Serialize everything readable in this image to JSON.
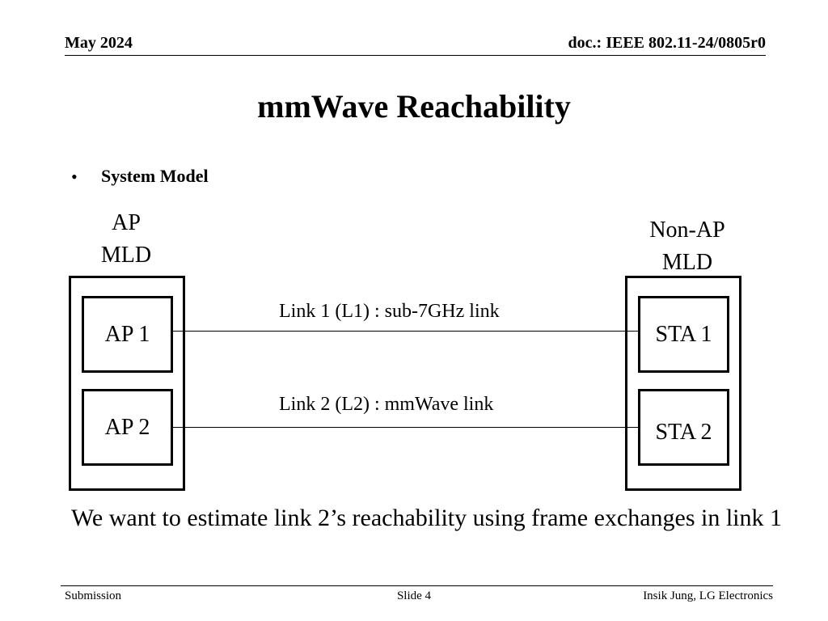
{
  "header": {
    "date": "May 2024",
    "doc": "doc.: IEEE 802.11-24/0805r0"
  },
  "title": "mmWave Reachability",
  "bullet": {
    "symbol": "•",
    "text": "System Model"
  },
  "diagram": {
    "ap_mld": {
      "line1": "AP",
      "line2": "MLD",
      "ap1": "AP 1",
      "ap2": "AP 2"
    },
    "sta_mld": {
      "line1": "Non-AP",
      "line2": "MLD",
      "sta1": "STA 1",
      "sta2": "STA 2"
    },
    "link1": "Link 1 (L1) : sub-7GHz link",
    "link2": "Link 2 (L2) : mmWave link"
  },
  "caption": "We want to estimate link 2’s reachability using frame exchanges in link 1",
  "footer": {
    "left": "Submission",
    "center": "Slide 4",
    "right": "Insik Jung, LG Electronics"
  }
}
